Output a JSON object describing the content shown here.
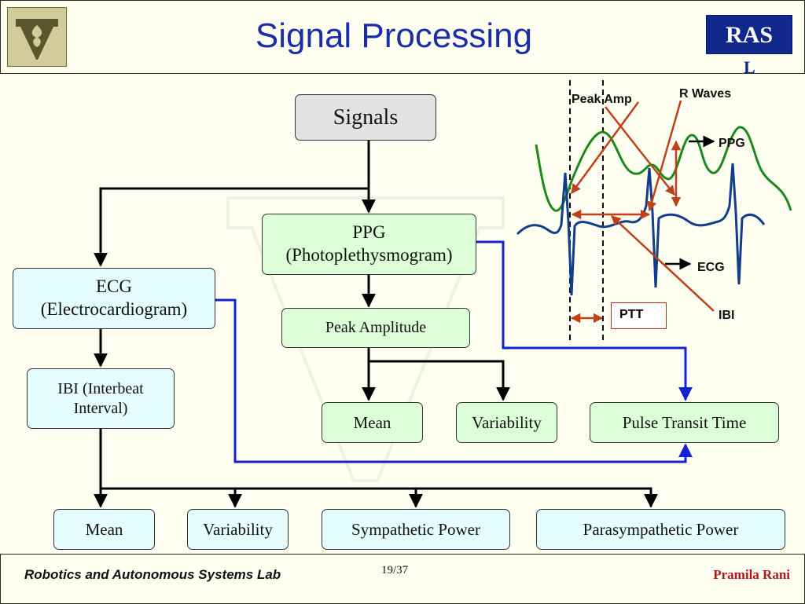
{
  "slide": {
    "title": "Signal Processing",
    "badge": "RAS",
    "badge_overflow": "L"
  },
  "nodes": {
    "signals": "Signals",
    "ppg_line1": "PPG",
    "ppg_line2": "(Photoplethysmogram)",
    "ecg_line1": "ECG",
    "ecg_line2": "(Electrocardiogram)",
    "peak_amplitude": "Peak Amplitude",
    "ibi_line1": "IBI (Interbeat",
    "ibi_line2": "Interval)",
    "mean_ppg": "Mean",
    "variability_ppg": "Variability",
    "pulse_transit_time": "Pulse Transit Time",
    "mean_ecg": "Mean",
    "variability_ecg": "Variability",
    "sympathetic_power": "Sympathetic Power",
    "parasympathetic_power": "Parasympathetic Power"
  },
  "waveform": {
    "peak_amp": "Peak Amp",
    "r_waves": "R Waves",
    "ppg": "PPG",
    "ecg": "ECG",
    "ptt": "PTT",
    "ibi": "IBI",
    "colors": {
      "ppg": "#1b8a1b",
      "ecg": "#123c8c",
      "arrows": "#c0401a"
    }
  },
  "footer": {
    "lab": "Robotics and Autonomous Systems Lab",
    "page": "19/37",
    "author": "Pramila Rani"
  }
}
